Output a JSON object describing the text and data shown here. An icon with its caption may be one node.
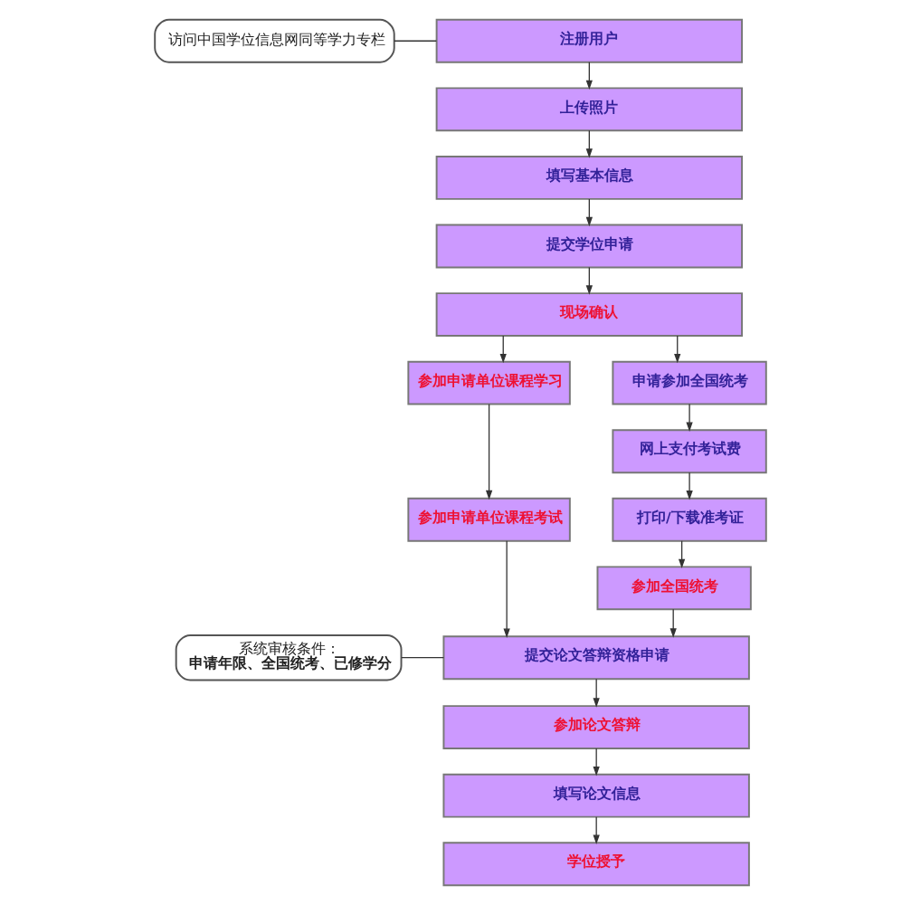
{
  "diagram": {
    "nodes": [
      {
        "text": [
          "注册用户"
        ]
      },
      {
        "text": [
          "上传照片"
        ]
      },
      {
        "text": [
          "填写基本信息"
        ]
      },
      {
        "text": [
          "提交学位申请"
        ]
      },
      {
        "text": [
          "现场确认"
        ]
      },
      {
        "text": [
          "参加申请单位课程学习"
        ]
      },
      {
        "text": [
          "参加申请单位课程考试"
        ]
      },
      {
        "text": [
          "申请参加全国统考"
        ]
      },
      {
        "text": [
          "网上支付考试费"
        ]
      },
      {
        "text": [
          "打印/下载准考证"
        ]
      },
      {
        "text": [
          "参加全国统考"
        ]
      },
      {
        "text": [
          "提交论文答辩资格申请"
        ]
      },
      {
        "text": [
          "参加论文答辩"
        ]
      },
      {
        "text": [
          "填写论文信息"
        ]
      },
      {
        "text": [
          "学位授予"
        ]
      },
      {
        "text": [
          "访问中国学位信息网同等学力专栏"
        ]
      },
      {
        "text": [
          "系统审核条件：",
          "申请年限、全国统考、已修学分"
        ]
      }
    ],
    "edges": [
      {
        "from": 0,
        "to": 1,
        "arrow": "to"
      },
      {
        "from": 1,
        "to": 2,
        "arrow": "to"
      },
      {
        "from": 2,
        "to": 3,
        "arrow": "to"
      },
      {
        "from": 3,
        "to": 4,
        "arrow": "to"
      },
      {
        "from": 4,
        "to": 5,
        "arrow": "to"
      },
      {
        "from": 4,
        "to": 7,
        "arrow": "to"
      },
      {
        "from": 5,
        "to": 6,
        "arrow": "to"
      },
      {
        "from": 7,
        "to": 8,
        "arrow": "to"
      },
      {
        "from": 8,
        "to": 9,
        "arrow": "to"
      },
      {
        "from": 9,
        "to": 10,
        "arrow": "to"
      },
      {
        "from": 6,
        "to": 11,
        "arrow": "to"
      },
      {
        "from": 10,
        "to": 11,
        "arrow": "to"
      },
      {
        "from": 11,
        "to": 12,
        "arrow": "to"
      },
      {
        "from": 12,
        "to": 13,
        "arrow": "to"
      },
      {
        "from": 13,
        "to": 14,
        "arrow": "to"
      },
      {
        "from": 15,
        "to": 0,
        "arrow": "none"
      },
      {
        "from": 16,
        "to": 11,
        "arrow": "none"
      }
    ]
  }
}
